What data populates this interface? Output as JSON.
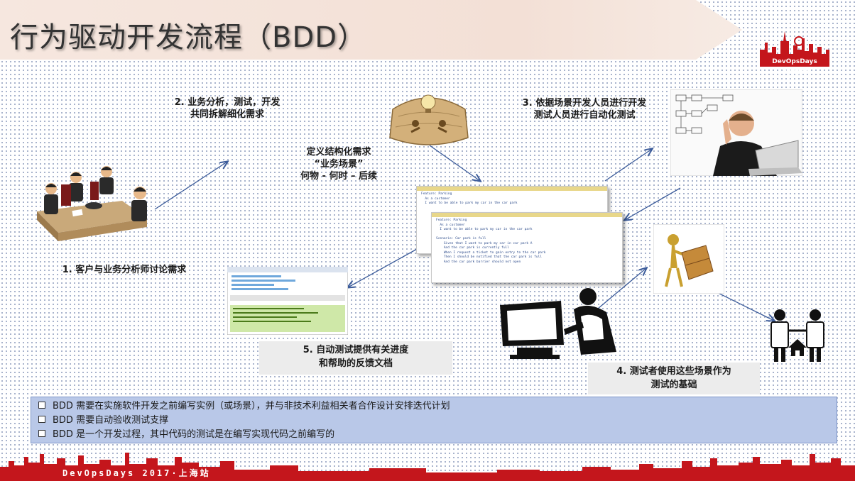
{
  "title": "行为驱动开发流程（BDD）",
  "logo_text": "DevOpsDays Shanghai",
  "steps": {
    "s1": "1. 客户与业务分析师讨论需求",
    "s2_line1": "2. 业务分析，测试，开发",
    "s2_line2": "共同拆解细化需求",
    "def_line1": "定义结构化需求",
    "def_line2": "“业务场景”",
    "def_line3": "何物 - 何时 – 后续",
    "s3_line1": "3. 依据场景开发人员进行开发",
    "s3_line2": "测试人员进行自动化测试",
    "s4_line1": "4. 测试者使用这些场景作为",
    "s4_line2": "测试的基础",
    "s5_line1": "5. 自动测试提供有关进度",
    "s5_line2": "和帮助的反馈文档"
  },
  "code_back": "Feature: Parking\n  As a customer\n  I want to be able to park my car in the car park",
  "code_front": "Feature: Parking\n  As a customer\n  I want to be able to park my car in the car park\n\nScenario: Car park is full\n    Given that I want to park my car in car park A\n    And the car park is currently full\n    When I request a ticket to gain entry to the car park\n    Then I should be notified that the car park is full\n    And the car park barrier should not open",
  "bullets": [
    "BDD 需要在实施软件开发之前编写实例（或场景），并与非技术利益相关者合作设计安排迭代计划",
    "BDD 需要自动验收测试支撑",
    "BDD 是一个开发过程，其中代码的测试是在编写实现代码之前编写的"
  ],
  "footer": "DevOpsDays 2017·上海站",
  "colors": {
    "accent_red": "#c4161c",
    "arrow": "#3b5b9a",
    "bullet_bg": "#b9c8e8"
  }
}
